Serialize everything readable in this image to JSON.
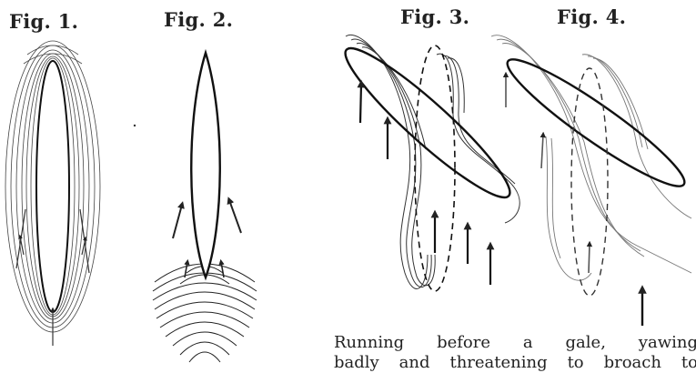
{
  "figures": [
    {
      "label": "Fig. 1."
    },
    {
      "label": "Fig. 2."
    },
    {
      "label": "Fig. 3."
    },
    {
      "label": "Fig. 4."
    }
  ],
  "caption": {
    "line1": "Running before a gale, yawing",
    "line2": "badly and threatening to broach to"
  }
}
